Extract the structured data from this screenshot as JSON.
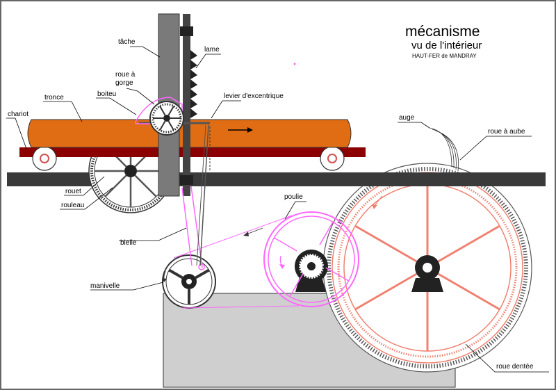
{
  "title": {
    "main": "mécanisme",
    "sub": "vu de l'intérieur",
    "place": "HAUT-FER de MANDRAY"
  },
  "labels": {
    "tache": "tâche",
    "lame": "lame",
    "roue_a_gorge_1": "roue à",
    "roue_a_gorge_2": "gorge",
    "boiteu": "boiteu",
    "tronce": "tronce",
    "chariot": "chariot",
    "levier": "levier d'excentrique",
    "auge": "auge",
    "roue_a_aube": "roue à aube",
    "poulie": "poulie",
    "rouet": "rouet",
    "rouleau": "rouleau",
    "bielle": "bielle",
    "manivelle": "manivelle",
    "roue_dentee": "roue dentée"
  },
  "colors": {
    "log": "#e06d14",
    "carriage": "#8b0000",
    "ground": "#3a3a3a",
    "pink": "#ff66ff",
    "salmon": "#f08070",
    "frame_gray": "#7a7a7a",
    "base": "#cfcfcf"
  }
}
